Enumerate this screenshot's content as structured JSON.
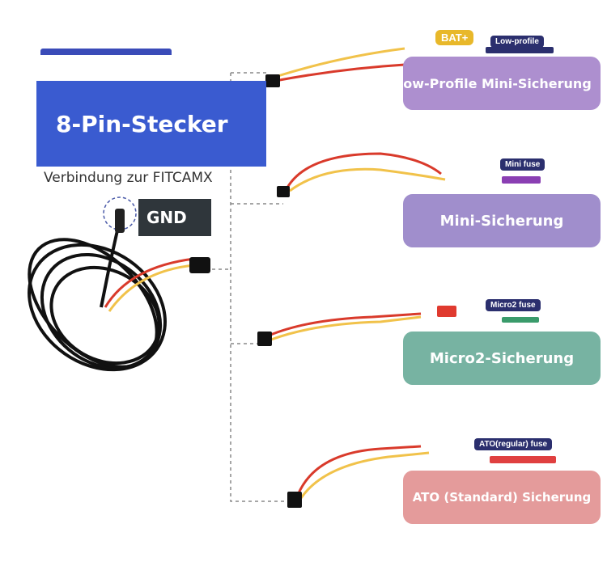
{
  "header": {
    "title": "8-Pin-Stecker",
    "subtitle": "Verbindung zur FITCAMX",
    "ground_label": "GND"
  },
  "bat_label": "BAT+",
  "fuses": [
    {
      "label": "Low-Profile Mini-Sicherung",
      "tag": "Low-profile",
      "color": "#ad8fcf"
    },
    {
      "label": "Mini-Sicherung",
      "tag": "Mini fuse",
      "color": "#a08ecc"
    },
    {
      "label": "Micro2-Sicherung",
      "tag": "Micro2 fuse",
      "color": "#77b3a2"
    },
    {
      "label": "ATO (Standard) Sicherung",
      "tag": "ATO(regular) fuse",
      "color": "#e49b9b"
    }
  ],
  "colors": {
    "title_bg": "#3a5bd0",
    "gnd_bg": "#2f363b",
    "wire_red": "#d93a2b",
    "wire_yellow": "#f1c24a"
  }
}
